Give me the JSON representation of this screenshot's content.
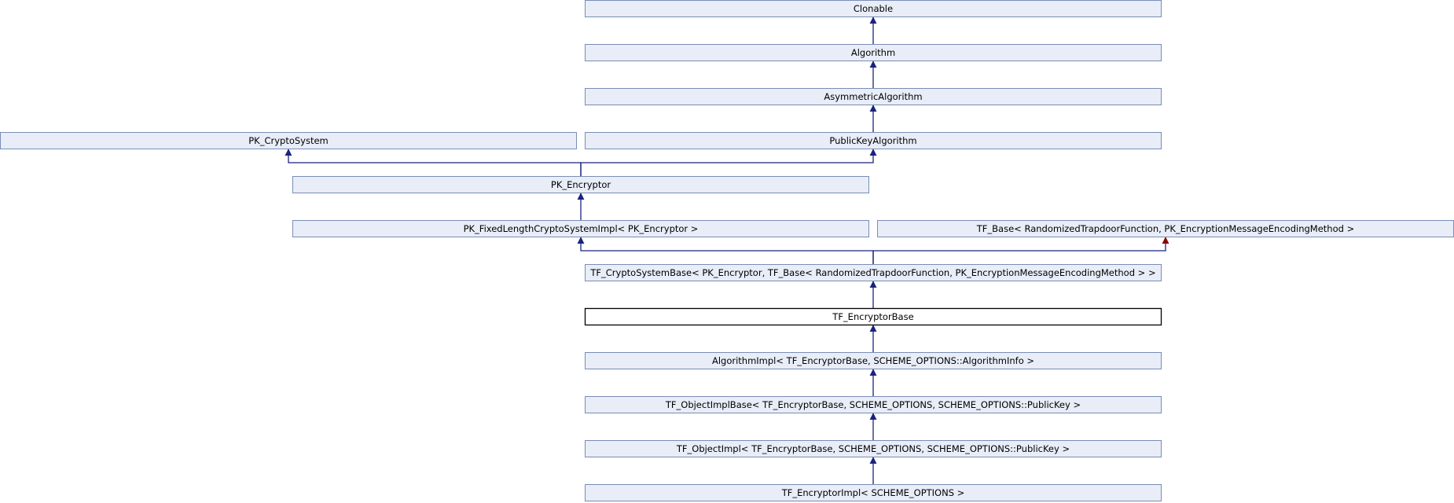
{
  "diagram": {
    "nodes": [
      {
        "id": "clonable",
        "label": "Clonable",
        "kind": "normal"
      },
      {
        "id": "algorithm",
        "label": "Algorithm",
        "kind": "normal"
      },
      {
        "id": "asymmetric",
        "label": "AsymmetricAlgorithm",
        "kind": "normal"
      },
      {
        "id": "pkcrypto",
        "label": "PK_CryptoSystem",
        "kind": "normal"
      },
      {
        "id": "pubkey",
        "label": "PublicKeyAlgorithm",
        "kind": "normal"
      },
      {
        "id": "pkenc",
        "label": "PK_Encryptor",
        "kind": "normal"
      },
      {
        "id": "pkfixed",
        "label": "PK_FixedLengthCryptoSystemImpl< PK_Encryptor >",
        "kind": "normal"
      },
      {
        "id": "tfbase",
        "label": "TF_Base< RandomizedTrapdoorFunction, PK_EncryptionMessageEncodingMethod >",
        "kind": "normal"
      },
      {
        "id": "tfcsb",
        "label": "TF_CryptoSystemBase< PK_Encryptor, TF_Base< RandomizedTrapdoorFunction, PK_EncryptionMessageEncodingMethod > >",
        "kind": "normal"
      },
      {
        "id": "tfencbase",
        "label": "TF_EncryptorBase",
        "kind": "current"
      },
      {
        "id": "algimpl",
        "label": "AlgorithmImpl< TF_EncryptorBase, SCHEME_OPTIONS::AlgorithmInfo >",
        "kind": "normal"
      },
      {
        "id": "tfobjbase",
        "label": "TF_ObjectImplBase< TF_EncryptorBase, SCHEME_OPTIONS, SCHEME_OPTIONS::PublicKey >",
        "kind": "normal"
      },
      {
        "id": "tfobj",
        "label": "TF_ObjectImpl< TF_EncryptorBase, SCHEME_OPTIONS, SCHEME_OPTIONS::PublicKey >",
        "kind": "normal"
      },
      {
        "id": "tfencimpl",
        "label": "TF_EncryptorImpl< SCHEME_OPTIONS >",
        "kind": "normal"
      }
    ],
    "edges": [
      {
        "from": "algorithm",
        "to": "clonable",
        "kind": "public"
      },
      {
        "from": "asymmetric",
        "to": "algorithm",
        "kind": "public"
      },
      {
        "from": "pubkey",
        "to": "asymmetric",
        "kind": "public"
      },
      {
        "from": "pkenc",
        "to": "pkcrypto",
        "kind": "public"
      },
      {
        "from": "pkenc",
        "to": "pubkey",
        "kind": "public"
      },
      {
        "from": "pkfixed",
        "to": "pkenc",
        "kind": "public"
      },
      {
        "from": "tfcsb",
        "to": "pkfixed",
        "kind": "public"
      },
      {
        "from": "tfcsb",
        "to": "tfbase",
        "kind": "protected"
      },
      {
        "from": "tfencbase",
        "to": "tfcsb",
        "kind": "public"
      },
      {
        "from": "algimpl",
        "to": "tfencbase",
        "kind": "public"
      },
      {
        "from": "tfobjbase",
        "to": "algimpl",
        "kind": "public"
      },
      {
        "from": "tfobj",
        "to": "tfobjbase",
        "kind": "public"
      },
      {
        "from": "tfencimpl",
        "to": "tfobj",
        "kind": "public"
      }
    ],
    "colors": {
      "node_fill": "#e8edf7",
      "node_border": "#7a8db5",
      "current_fill": "#ffffff",
      "current_border": "#000000",
      "public_edge": "#1a237e",
      "protected_edge": "#1a237e",
      "protected_arrow": "#8b0000"
    }
  }
}
